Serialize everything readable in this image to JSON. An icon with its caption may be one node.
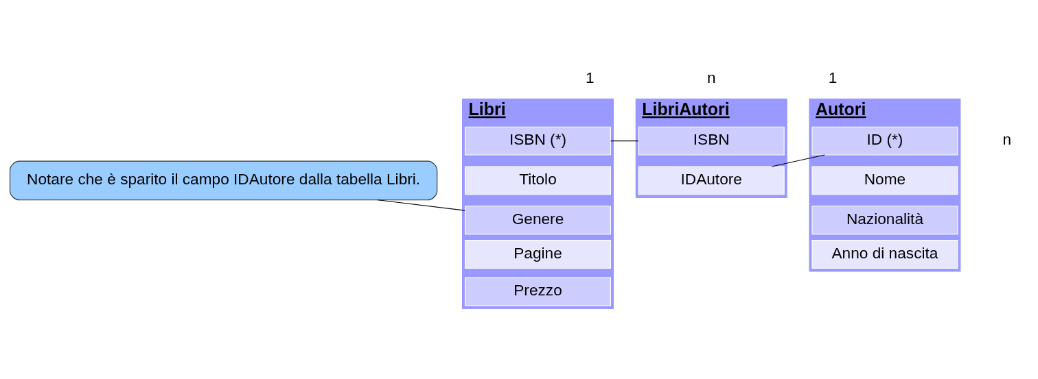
{
  "diagram": {
    "nodes": [
      {
        "text": [
          "Libri"
        ]
      },
      {
        "text": [
          "ISBN (*)"
        ],
        "in": 0
      },
      {
        "text": [
          "Titolo"
        ],
        "in": 0
      },
      {
        "text": [
          "Genere"
        ],
        "in": 0
      },
      {
        "text": [
          "Pagine"
        ],
        "in": 0
      },
      {
        "text": [
          "Prezzo"
        ],
        "in": 0
      },
      {
        "text": [
          "LibriAutori"
        ]
      },
      {
        "text": [
          "ISBN"
        ],
        "in": 6
      },
      {
        "text": [
          "IDAutore"
        ],
        "in": 6
      },
      {
        "text": [
          "Autori"
        ]
      },
      {
        "text": [
          "ID (*)"
        ],
        "in": 9
      },
      {
        "text": [
          "Nome"
        ],
        "in": 9
      },
      {
        "text": [
          "Nazionalità"
        ],
        "in": 9
      },
      {
        "text": [
          "Anno di nascita"
        ],
        "in": 9
      },
      {
        "text": [
          "Notare che è sparito il campo IDAutore dalla tabella Libri."
        ]
      }
    ],
    "edges": [
      {
        "from": 1,
        "to": 7,
        "arrow": "none"
      },
      {
        "from": 8,
        "to": 10,
        "arrow": "none"
      },
      {
        "from": 14,
        "to": 3,
        "arrow": "none"
      }
    ],
    "labels": [
      "1",
      "n",
      "1",
      "n"
    ]
  }
}
